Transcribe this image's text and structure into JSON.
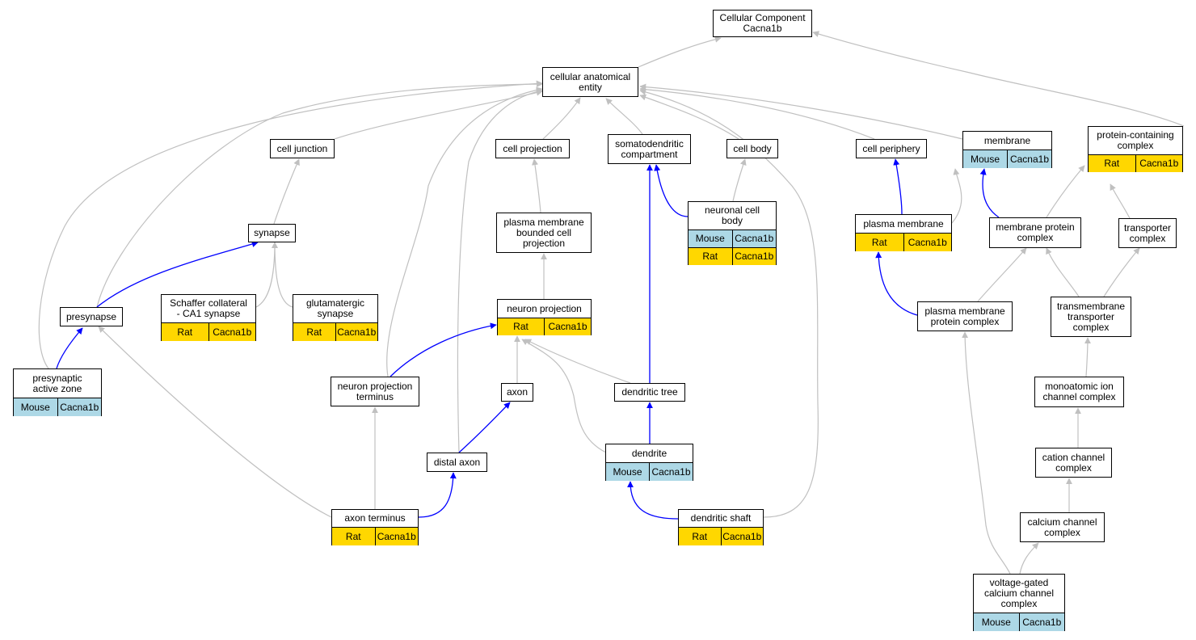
{
  "colors": {
    "mouse": "#add8e6",
    "rat": "#ffd700",
    "is_a_edge": "#c0c0c0",
    "part_of_edge": "#0000ff"
  },
  "nodes": {
    "cellular_component": {
      "label": "Cellular Component\nCacna1b"
    },
    "cellular_anatomical_entity": {
      "label": "cellular anatomical\nentity"
    },
    "cell_junction": {
      "label": "cell junction"
    },
    "cell_projection": {
      "label": "cell projection"
    },
    "somatodendritic_compartment": {
      "label": "somatodendritic\ncompartment"
    },
    "cell_body": {
      "label": "cell body"
    },
    "cell_periphery": {
      "label": "cell periphery"
    },
    "membrane": {
      "label": "membrane",
      "tags": [
        {
          "org": "Mouse",
          "gene": "Cacna1b"
        }
      ]
    },
    "protein_containing_complex": {
      "label": "protein-containing\ncomplex",
      "tags": [
        {
          "org": "Rat",
          "gene": "Cacna1b"
        }
      ]
    },
    "synapse": {
      "label": "synapse"
    },
    "plasma_membrane_bounded_cell_projection": {
      "label": "plasma membrane\nbounded cell\nprojection"
    },
    "neuronal_cell_body": {
      "label": "neuronal cell\nbody",
      "tags": [
        {
          "org": "Mouse",
          "gene": "Cacna1b"
        },
        {
          "org": "Rat",
          "gene": "Cacna1b"
        }
      ]
    },
    "plasma_membrane": {
      "label": "plasma membrane",
      "tags": [
        {
          "org": "Rat",
          "gene": "Cacna1b"
        }
      ]
    },
    "membrane_protein_complex": {
      "label": "membrane protein\ncomplex"
    },
    "transporter_complex": {
      "label": "transporter\ncomplex"
    },
    "presynapse": {
      "label": "presynapse"
    },
    "schaffer_collateral": {
      "label": "Schaffer collateral\n- CA1 synapse",
      "tags": [
        {
          "org": "Rat",
          "gene": "Cacna1b"
        }
      ]
    },
    "glutamatergic_synapse": {
      "label": "glutamatergic\nsynapse",
      "tags": [
        {
          "org": "Rat",
          "gene": "Cacna1b"
        }
      ]
    },
    "neuron_projection": {
      "label": "neuron projection",
      "tags": [
        {
          "org": "Rat",
          "gene": "Cacna1b"
        }
      ]
    },
    "plasma_membrane_protein_complex": {
      "label": "plasma membrane\nprotein complex"
    },
    "transmembrane_transporter_complex": {
      "label": "transmembrane\ntransporter\ncomplex"
    },
    "presynaptic_active_zone": {
      "label": "presynaptic\nactive zone",
      "tags": [
        {
          "org": "Mouse",
          "gene": "Cacna1b"
        }
      ]
    },
    "neuron_projection_terminus": {
      "label": "neuron projection\nterminus"
    },
    "axon": {
      "label": "axon"
    },
    "dendritic_tree": {
      "label": "dendritic tree"
    },
    "monoatomic_ion_channel_complex": {
      "label": "monoatomic ion\nchannel complex"
    },
    "distal_axon": {
      "label": "distal axon"
    },
    "dendrite": {
      "label": "dendrite",
      "tags": [
        {
          "org": "Mouse",
          "gene": "Cacna1b"
        }
      ]
    },
    "cation_channel_complex": {
      "label": "cation channel\ncomplex"
    },
    "axon_terminus": {
      "label": "axon terminus",
      "tags": [
        {
          "org": "Rat",
          "gene": "Cacna1b"
        }
      ]
    },
    "dendritic_shaft": {
      "label": "dendritic shaft",
      "tags": [
        {
          "org": "Rat",
          "gene": "Cacna1b"
        }
      ]
    },
    "calcium_channel_complex": {
      "label": "calcium channel\ncomplex"
    },
    "voltage_gated_calcium_channel_complex": {
      "label": "voltage-gated\ncalcium channel\ncomplex",
      "tags": [
        {
          "org": "Mouse",
          "gene": "Cacna1b"
        }
      ]
    }
  }
}
